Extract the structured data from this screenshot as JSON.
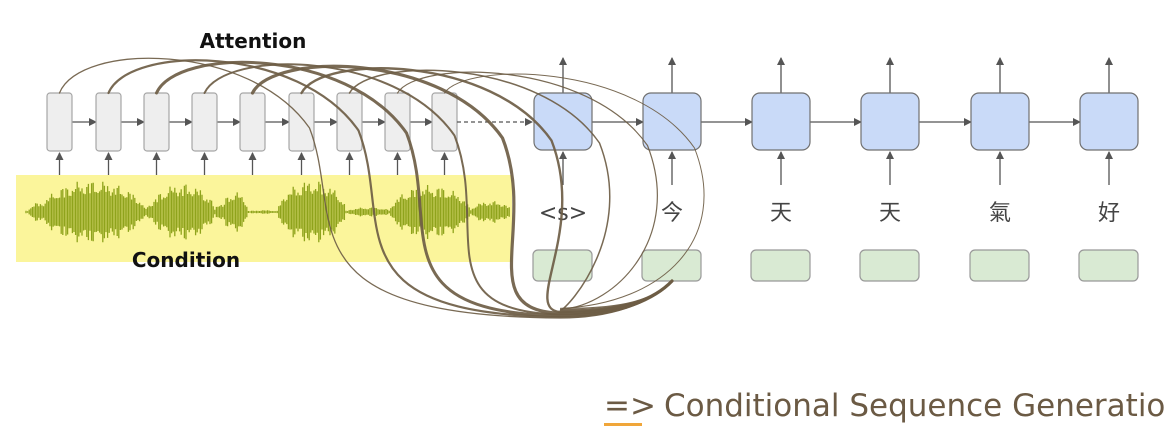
{
  "labels": {
    "attention": "Attention",
    "condition": "Condition"
  },
  "decoder_inputs": [
    "<s>",
    "今",
    "天",
    "天",
    "氣",
    "好"
  ],
  "footer": {
    "arrow": "=>",
    "text": "Conditional Sequence Generation"
  },
  "colors": {
    "condition_highlight": "#fbf59b",
    "waveform": "#8fa31c",
    "encoder_box_fill": "#eeeeee",
    "encoder_box_stroke": "#a6a6a6",
    "decoder_box_fill": "#c9daf8",
    "decoder_box_stroke": "#707070",
    "embedding_box_fill": "#d9ead3",
    "attention_curve": "#6e5d45",
    "arrow": "#555555",
    "footer_underline": "#f0a63a"
  }
}
